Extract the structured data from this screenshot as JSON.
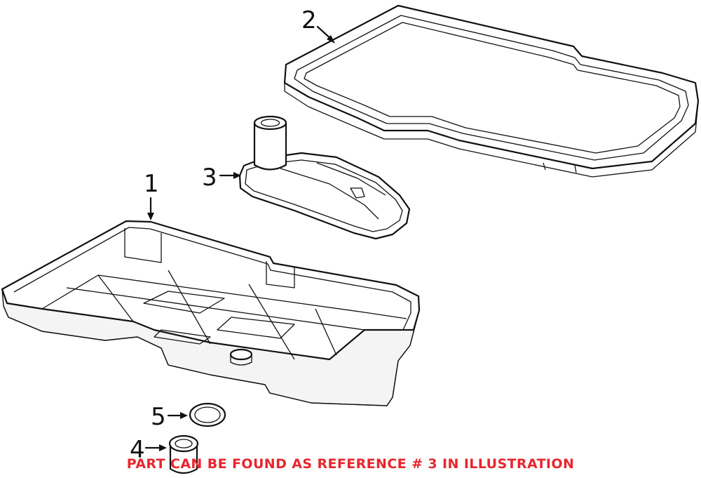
{
  "callouts": [
    {
      "id": "1",
      "label": "1"
    },
    {
      "id": "2",
      "label": "2"
    },
    {
      "id": "3",
      "label": "3"
    },
    {
      "id": "4",
      "label": "4"
    },
    {
      "id": "5",
      "label": "5"
    }
  ],
  "notice": "PART CAN BE FOUND AS REFERENCE # 3 IN ILLUSTRATION",
  "colors": {
    "notice": "#e8262e",
    "line": "#111111",
    "background": "#ffffff"
  }
}
